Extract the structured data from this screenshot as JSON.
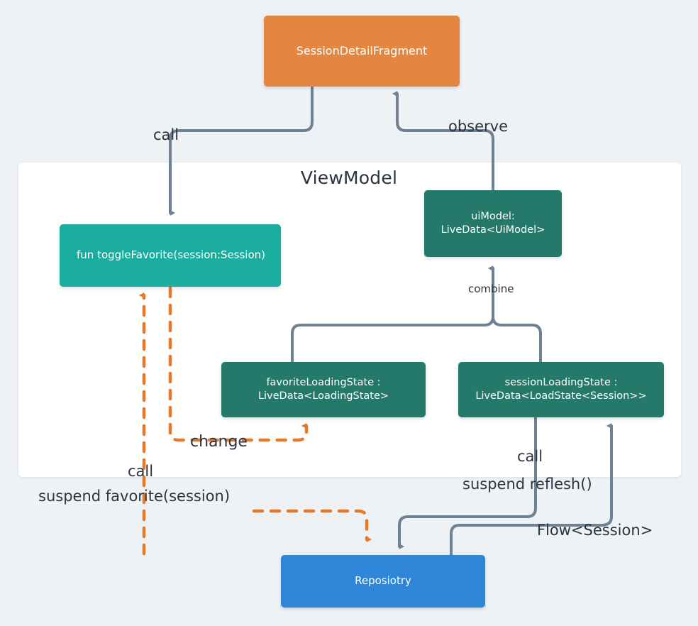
{
  "diagram": {
    "title": "ViewModel architecture flow",
    "background_color": "#eef2f5",
    "panel": {
      "label": "ViewModel"
    },
    "colors": {
      "fragment": "#e58640",
      "function": "#1aada0",
      "livedata": "#25796a",
      "repository": "#2f86d9",
      "solid_edge": "#708193",
      "dashed_edge": "#e8792b",
      "text": "#2b3440"
    },
    "nodes": [
      {
        "id": "fragment",
        "label": "SessionDetailFragment"
      },
      {
        "id": "toggle",
        "label": "fun toggleFavorite(session:Session)"
      },
      {
        "id": "uimodel",
        "label": "uiModel:\nLiveData<UiModel>"
      },
      {
        "id": "favstate",
        "label": "favoriteLoadingState :\nLiveData<LoadingState>"
      },
      {
        "id": "sessstate",
        "label": "sessionLoadingState :\nLiveData<LoadState<Session>>"
      },
      {
        "id": "repository",
        "label": "Reposiotry"
      }
    ],
    "edges": [
      {
        "id": "call-top",
        "label": "call",
        "style": "solid",
        "from": "fragment",
        "to": "toggle"
      },
      {
        "id": "observe",
        "label": "observe",
        "style": "solid",
        "from": "uimodel",
        "to": "fragment"
      },
      {
        "id": "combine",
        "label": "combine",
        "style": "solid",
        "from": "favstate,sessstate",
        "to": "uimodel"
      },
      {
        "id": "change",
        "label": "change",
        "style": "dashed",
        "from": "toggle",
        "to": "favstate"
      },
      {
        "id": "call-left",
        "label": "call",
        "style": "dashed",
        "from": "toggle",
        "to": "repository"
      },
      {
        "id": "suspend-fav",
        "label": "suspend favorite(session)",
        "style": "dashed",
        "from": "toggle",
        "to": "repository"
      },
      {
        "id": "call-right",
        "label": "call",
        "style": "solid",
        "from": "sessstate",
        "to": "repository"
      },
      {
        "id": "suspend-reflesh",
        "label": "suspend reflesh()",
        "style": "solid",
        "from": "sessstate",
        "to": "repository"
      },
      {
        "id": "flow",
        "label": "Flow<Session>",
        "style": "solid",
        "from": "repository",
        "to": "sessstate"
      }
    ]
  }
}
